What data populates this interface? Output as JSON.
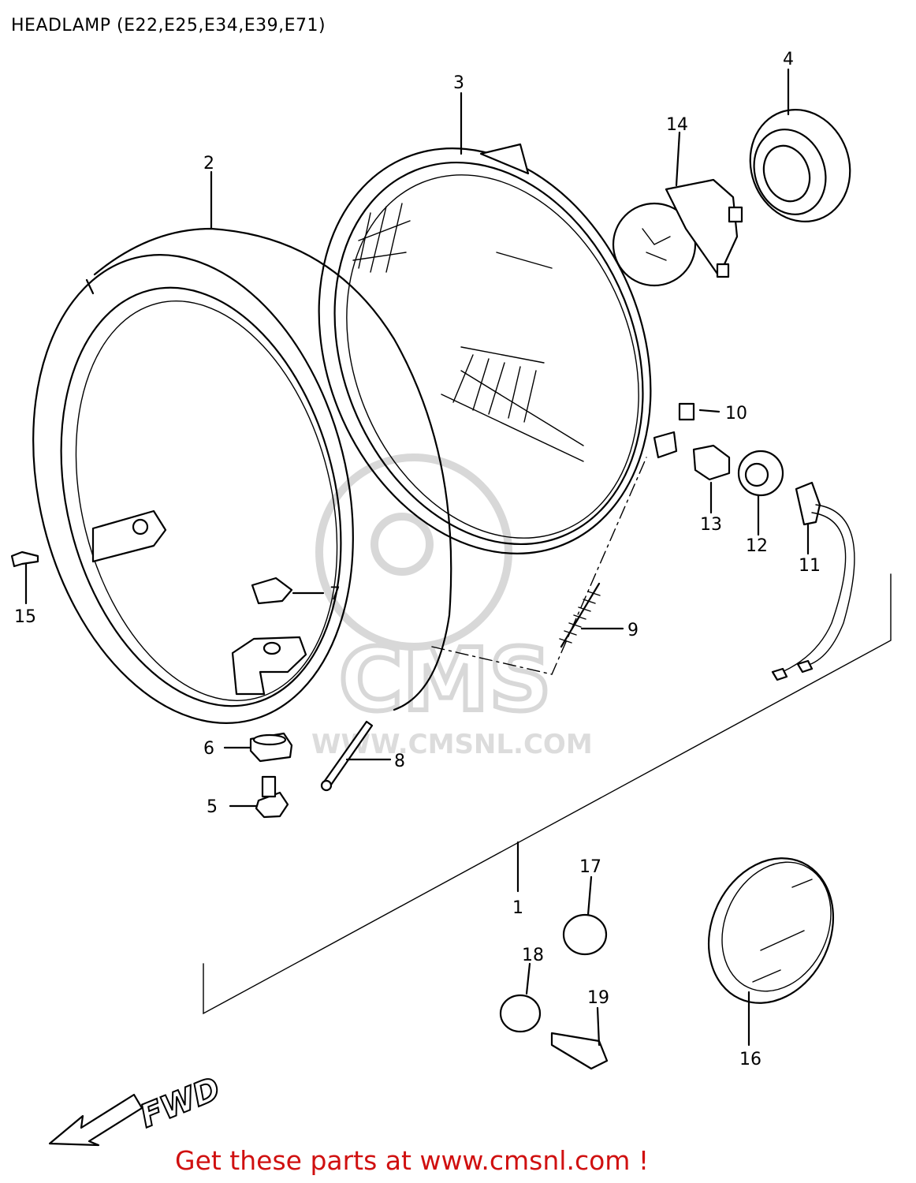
{
  "title": "HEADLAMP (E22,E25,E34,E39,E71)",
  "footer": "Get these parts at www.cmsnl.com !",
  "watermark": {
    "brand": "CMS",
    "url": "WWW.CMSNL.COM"
  },
  "callouts": [
    "1",
    "2",
    "3",
    "4",
    "5",
    "6",
    "7",
    "8",
    "9",
    "10",
    "11",
    "12",
    "13",
    "14",
    "15",
    "16",
    "17",
    "18",
    "19"
  ],
  "direction": {
    "label": "FWD",
    "icon": "arrow-left-down-icon"
  },
  "colors": {
    "footer": "#d01010",
    "line": "#000000",
    "watermark": "#d8d8d8"
  }
}
